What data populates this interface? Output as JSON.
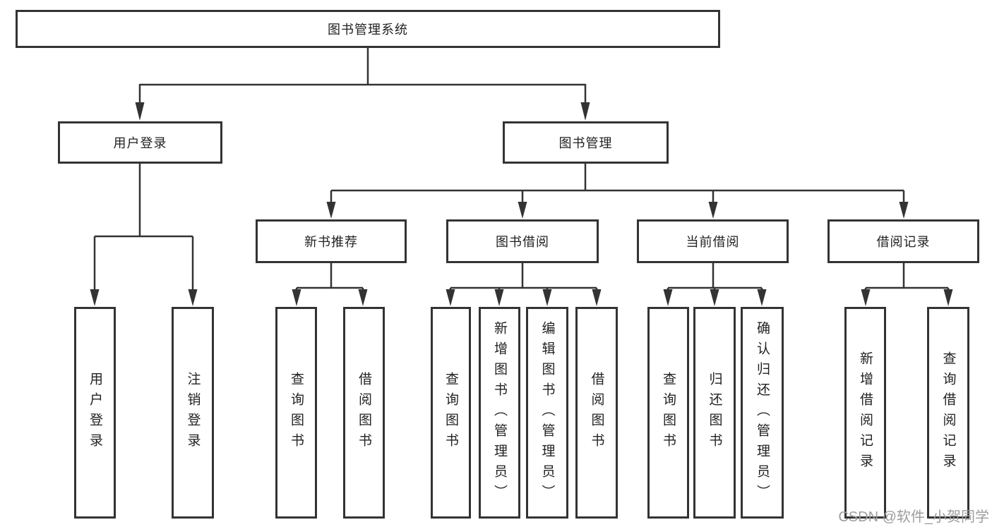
{
  "diagram": {
    "root": {
      "label": "图书管理系统"
    },
    "branches": [
      {
        "label": "用户登录",
        "children": [
          {
            "label": "用户登录"
          },
          {
            "label": "注销登录"
          }
        ]
      },
      {
        "label": "图书管理",
        "children": [
          {
            "label": "新书推荐",
            "children": [
              {
                "label": "查询图书"
              },
              {
                "label": "借阅图书"
              }
            ]
          },
          {
            "label": "图书借阅",
            "children": [
              {
                "label": "查询图书"
              },
              {
                "label": "新增图书（管理员）"
              },
              {
                "label": "编辑图书（管理员）"
              },
              {
                "label": "借阅图书"
              }
            ]
          },
          {
            "label": "当前借阅",
            "children": [
              {
                "label": "查询图书"
              },
              {
                "label": "归还图书"
              },
              {
                "label": "确认归还（管理员）"
              }
            ]
          },
          {
            "label": "借阅记录",
            "children": [
              {
                "label": "新增借阅记录"
              },
              {
                "label": "查询借阅记录"
              }
            ]
          }
        ]
      }
    ]
  },
  "watermark": {
    "text": "CSDN @软件_小贺同学",
    "color": "#9d9d9d"
  },
  "colors": {
    "background": "#ffffff",
    "box_fill": "#ffffff",
    "box_border": "#333333",
    "connector": "#333333",
    "text": "#222222"
  }
}
